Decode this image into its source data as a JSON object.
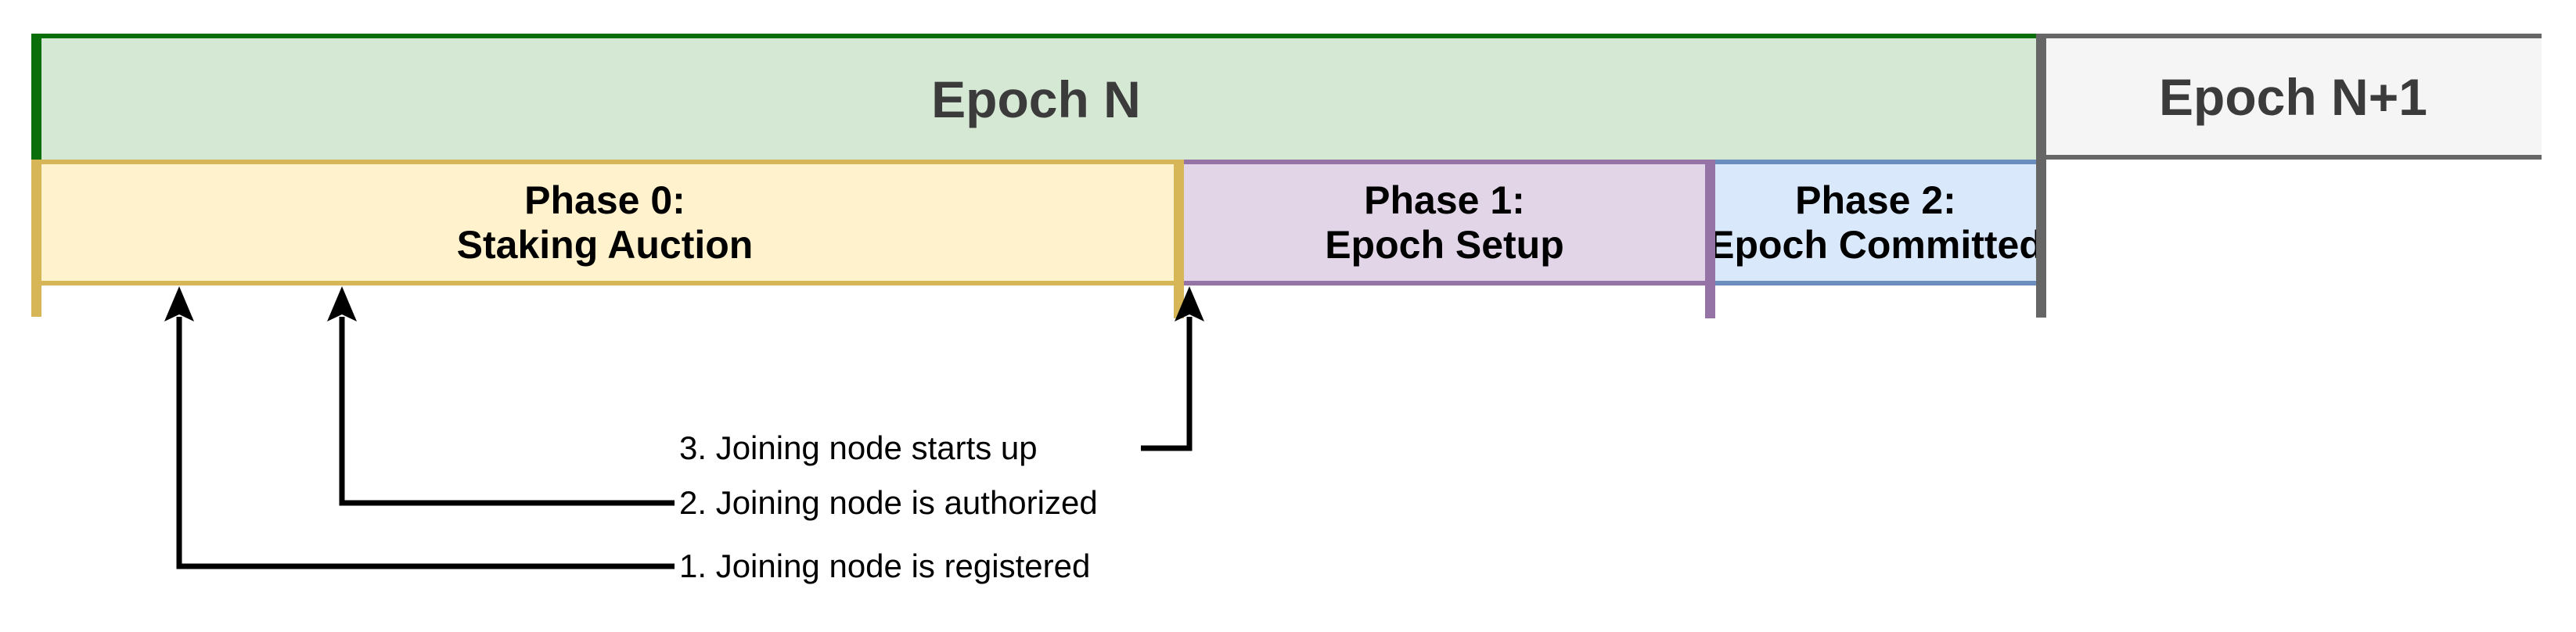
{
  "epochs": [
    {
      "label": "Epoch N",
      "fill": "#d5e8d4",
      "stroke": "#0a6e0a"
    },
    {
      "label": "Epoch N+1",
      "fill": "#f5f5f5",
      "stroke": "#666666"
    }
  ],
  "phases": [
    {
      "line1": "Phase 0:",
      "line2": "Staking Auction",
      "fill": "#fff2cc",
      "stroke": "#d6b656"
    },
    {
      "line1": "Phase 1:",
      "line2": "Epoch Setup",
      "fill": "#e1d5e7",
      "stroke": "#9673a6"
    },
    {
      "line1": "Phase 2:",
      "line2": "Epoch Committed",
      "fill": "#dae8fc",
      "stroke": "#6c8ebf"
    }
  ],
  "annotations": [
    {
      "label": "1. Joining node is registered"
    },
    {
      "label": "2. Joining node is authorized"
    },
    {
      "label": "3. Joining node starts up"
    }
  ],
  "colors": {
    "background": "#ffffff",
    "epoch_divider": "#666666",
    "arrow": "#000000",
    "epoch_label_text": "#3b3b3b",
    "phase_label_text": "#000000"
  }
}
